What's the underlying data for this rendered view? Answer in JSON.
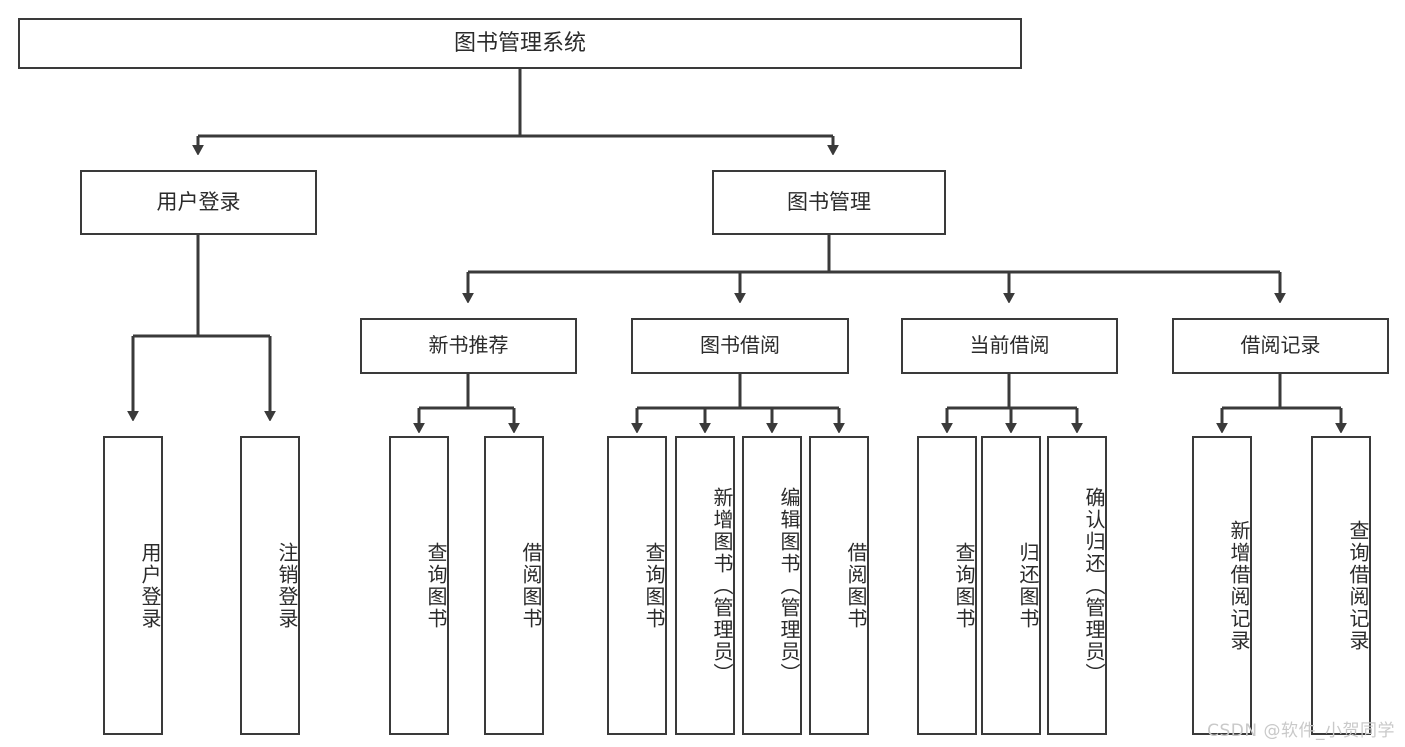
{
  "diagram": {
    "title": "图书管理系统",
    "watermark": "CSDN @软件_小贺同学",
    "line_color": "#3a3a3a",
    "text_color": "#2b2b2b",
    "background": "#ffffff",
    "nodes": {
      "root": {
        "label": "图书管理系统"
      },
      "level2": [
        {
          "label": "用户登录"
        },
        {
          "label": "图书管理"
        }
      ],
      "level3": [
        {
          "label": "新书推荐"
        },
        {
          "label": "图书借阅"
        },
        {
          "label": "当前借阅"
        },
        {
          "label": "借阅记录"
        }
      ],
      "leaves": {
        "user_login": [
          {
            "label": "用户登录"
          },
          {
            "label": "注销登录"
          }
        ],
        "new_book_recommend": [
          {
            "label": "查询图书"
          },
          {
            "label": "借阅图书"
          }
        ],
        "book_borrow": [
          {
            "label": "查询图书"
          },
          {
            "label": "新增图书（管理员）"
          },
          {
            "label": "编辑图书（管理员）"
          },
          {
            "label": "借阅图书"
          }
        ],
        "current_borrow": [
          {
            "label": "查询图书"
          },
          {
            "label": "归还图书"
          },
          {
            "label": "确认归还（管理员）"
          }
        ],
        "borrow_record": [
          {
            "label": "新增借阅记录"
          },
          {
            "label": "查询借阅记录"
          }
        ]
      }
    }
  }
}
